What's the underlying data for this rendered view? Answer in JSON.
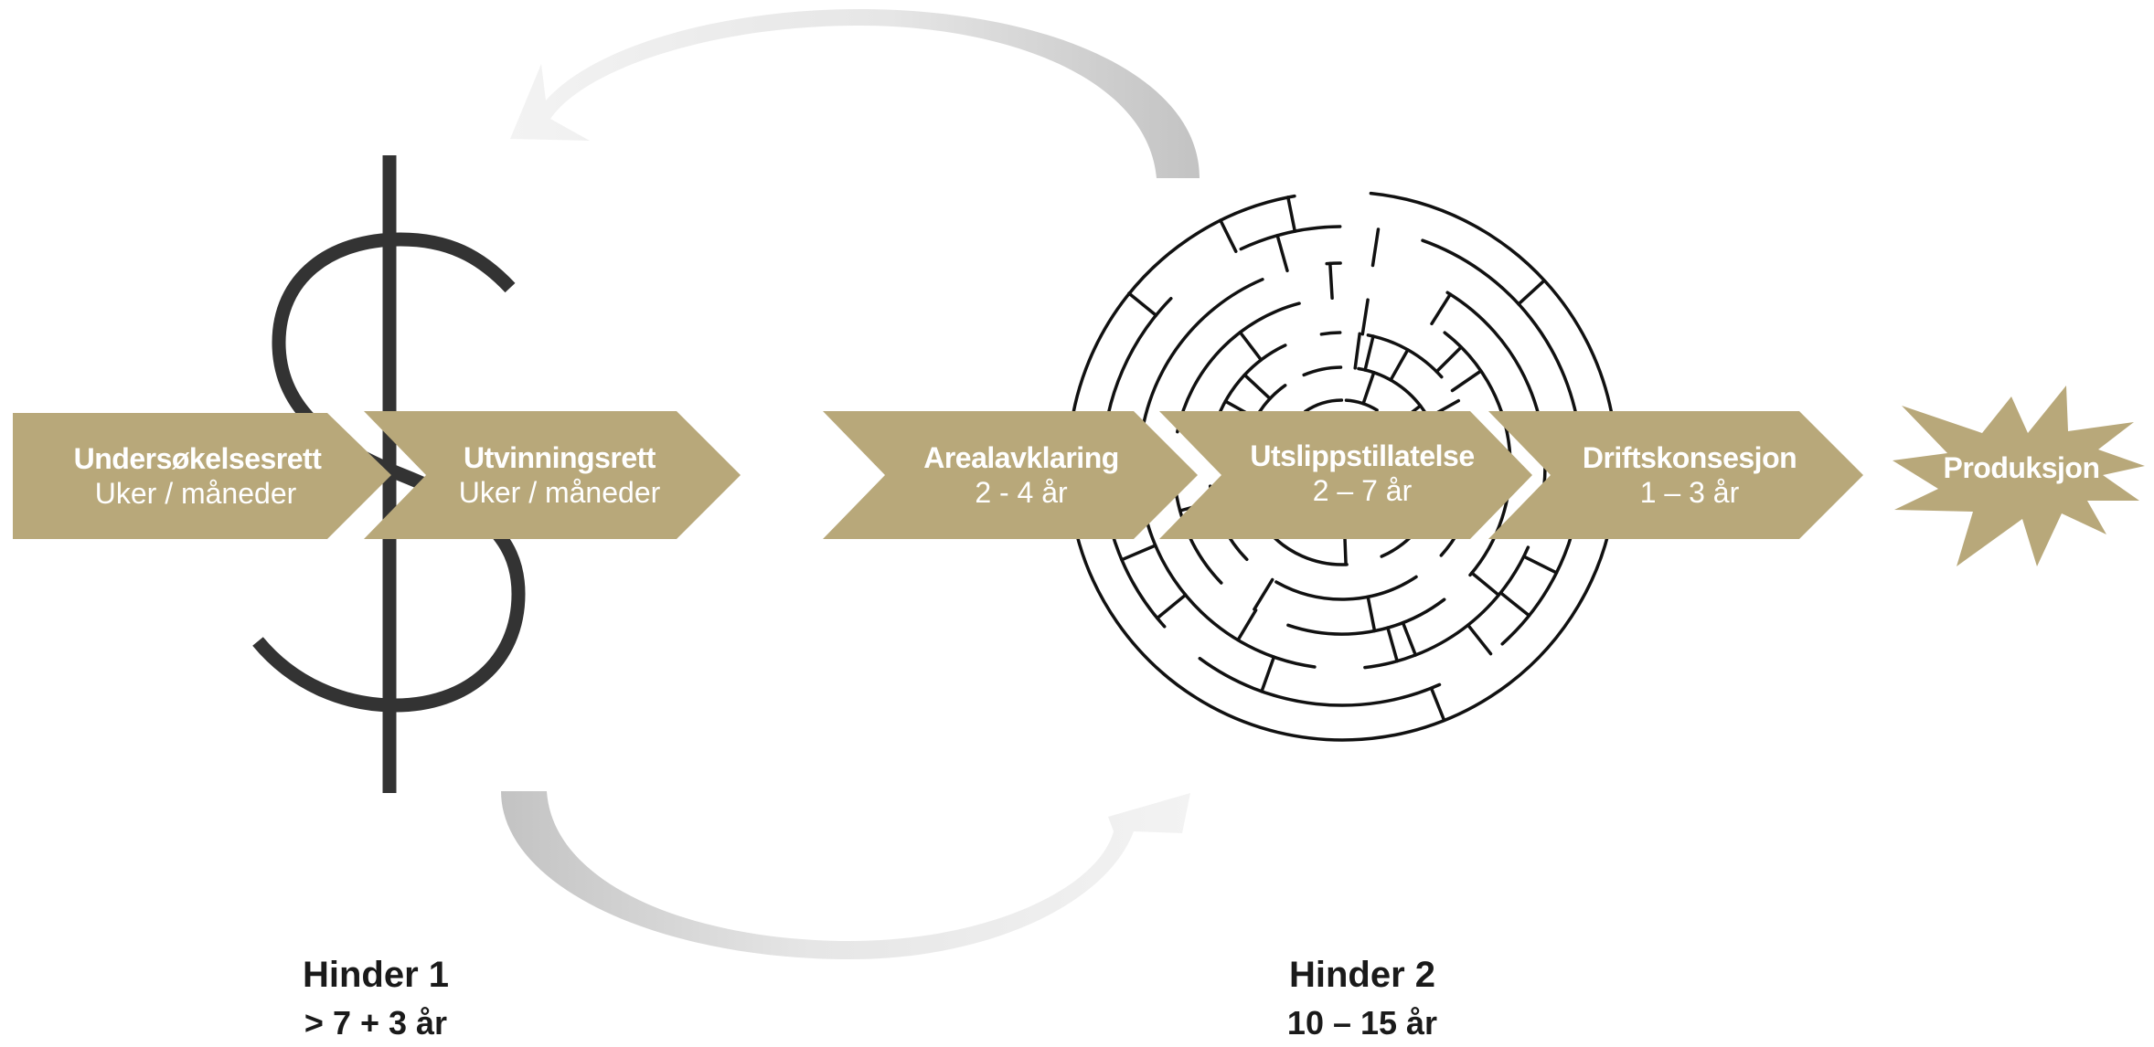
{
  "colors": {
    "chevron": "#b8a87a",
    "dollar": "#333333",
    "maze": "#111111",
    "arrow_top_light": "#f0f0f0",
    "arrow_top_dark": "#c6c6c6",
    "arrow_bottom_light": "#f0f0f0",
    "arrow_bottom_dark": "#c6c6c6"
  },
  "icons": {
    "dollar": "dollar-sign-icon",
    "maze": "circular-maze-icon",
    "cycle_top": "curved-arrow-left-icon",
    "cycle_bottom": "curved-arrow-right-icon"
  },
  "steps": [
    {
      "title": "Undersøkelsesrett",
      "sub": "Uker / måneder"
    },
    {
      "title": "Utvinningsrett",
      "sub": "Uker / måneder"
    },
    {
      "title": "Arealavklaring",
      "sub": "2 - 4 år"
    },
    {
      "title": "Utslippstillatelse",
      "sub": "2 – 7 år"
    },
    {
      "title": "Driftskonsesjon",
      "sub": "1 – 3 år"
    }
  ],
  "final_step": {
    "title": "Produksjon"
  },
  "hinders": [
    {
      "title": "Hinder 1",
      "sub": "> 7 + 3 år"
    },
    {
      "title": "Hinder 2",
      "sub": "10 – 15 år"
    }
  ]
}
